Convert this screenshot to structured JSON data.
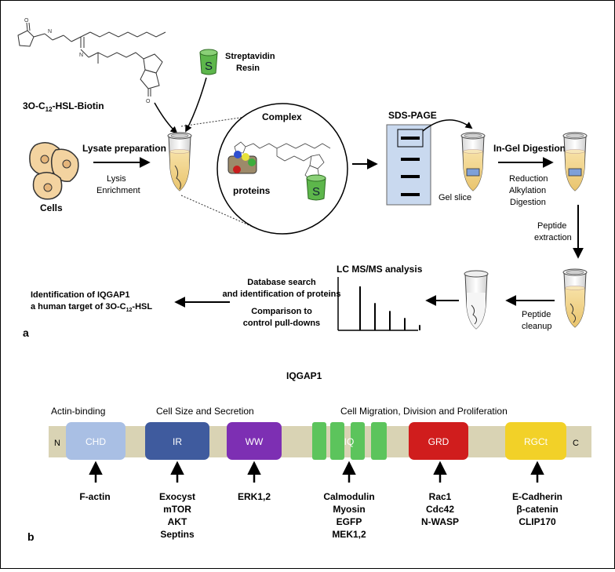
{
  "panel_a": {
    "panel_label": "a",
    "molecule_label_prefix": "3O-C",
    "molecule_label_sub": "12",
    "molecule_label_suffix": "-HSL-Biotin",
    "resin_letter": "S",
    "resin_label_line1": "Streptavidin",
    "resin_label_line2": "Resin",
    "cells_label": "Cells",
    "lysate_label": "Lysate preparation",
    "lysis_line1": "Lysis",
    "lysis_line2": "Enrichment",
    "complex_label": "Complex",
    "proteins_label": "proteins",
    "sds_label": "SDS-PAGE",
    "gel_slice_label": "Gel slice",
    "digestion_label": "In-Gel Digestion",
    "digestion_steps": [
      "Reduction",
      "Alkylation",
      "Digestion"
    ],
    "peptide_extraction_line1": "Peptide",
    "peptide_extraction_line2": "extraction",
    "peptide_cleanup_line1": "Peptide",
    "peptide_cleanup_line2": "cleanup",
    "lcms_label": "LC MS/MS analysis",
    "database_line1": "Database search",
    "database_line2": "and identification of proteins",
    "comparison_line1": "Comparison to",
    "comparison_line2": "control pull-downs",
    "identification_line1": "Identification of IQGAP1",
    "identification_line2_prefix": "a human target of 3O-C",
    "identification_line2_sub": "12",
    "identification_line2_suffix": "-HSL",
    "ms_peaks": [
      100,
      62,
      44,
      28,
      12
    ]
  },
  "panel_b": {
    "panel_label": "b",
    "title": "IQGAP1",
    "region_labels": [
      "Actin-binding",
      "Cell Size and Secretion",
      "Cell Migration, Division and Proliferation"
    ],
    "n_terminus": "N",
    "c_terminus": "C",
    "domains": [
      {
        "label": "CHD",
        "color": "#a9bfe4",
        "text_color": "#ffffff"
      },
      {
        "label": "IR",
        "color": "#3f5b9e",
        "text_color": "#ffffff"
      },
      {
        "label": "WW",
        "color": "#7d2fb3",
        "text_color": "#ffffff"
      },
      {
        "label": "IQ",
        "color": "#5cc45c",
        "text_color": "#ffffff"
      },
      {
        "label": "GRD",
        "color": "#d01d1d",
        "text_color": "#ffffff"
      },
      {
        "label": "RGCt",
        "color": "#f2d128",
        "text_color": "#ffffff"
      }
    ],
    "backbone_color": "#d9d3b4",
    "partners": [
      [
        "F-actin"
      ],
      [
        "Exocyst",
        "mTOR",
        "AKT",
        "Septins"
      ],
      [
        "ERK1,2"
      ],
      [
        "Calmodulin",
        "Myosin",
        "EGFP",
        "MEK1,2"
      ],
      [
        "Rac1",
        "Cdc42",
        "N-WASP"
      ],
      [
        "E-Cadherin",
        "β-catenin",
        "CLIP170"
      ]
    ]
  }
}
